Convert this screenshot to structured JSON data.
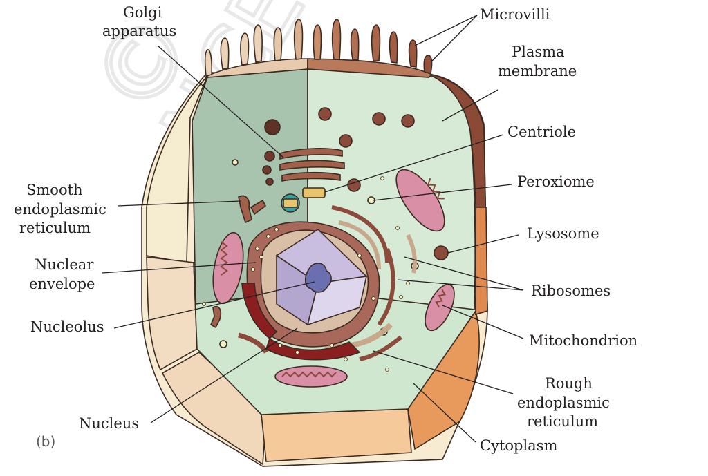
{
  "figure_tag": "(b)",
  "watermark": {
    "copyright_symbol": "©",
    "publisher_text": "NCERT"
  },
  "labels": {
    "golgi_line1": "Golgi",
    "golgi_line2": "apparatus",
    "microvilli": "Microvilli",
    "plasma_line1": "Plasma",
    "plasma_line2": "membrane",
    "centriole": "Centriole",
    "peroxiome": "Peroxiome",
    "ser_line1": "Smooth",
    "ser_line2": "endoplasmic",
    "ser_line3": "reticulum",
    "lysosome": "Lysosome",
    "nuclear_line1": "Nuclear",
    "nuclear_line2": "envelope",
    "ribosomes": "Ribosomes",
    "nucleolus": "Nucleolus",
    "mitochondrion": "Mitochondrion",
    "rer_line1": "Rough",
    "rer_line2": "endoplasmic",
    "rer_line3": "reticulum",
    "nucleus": "Nucleus",
    "cytoplasm": "Cytoplasm"
  },
  "colors": {
    "cytoplasm_light": "#d6ead6",
    "cytoplasm_dark": "#a9c4ae",
    "membrane_brown": "#8a4a35",
    "outer_cream": "#f7ecd1",
    "outer_tan": "#d8b89a",
    "outer_orange": "#e8a066",
    "mito_pink": "#d98fa6",
    "organelle_brown": "#8c4a3a",
    "nucleus_purple": "#b3a6cf",
    "nucleolus_blue": "#6a6fb0"
  }
}
